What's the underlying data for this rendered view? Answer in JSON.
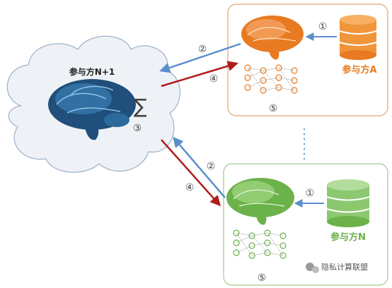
{
  "diagram": {
    "server_label": "参与方N+1",
    "aggregation_symbol": "∑",
    "aggregation_step": "③",
    "party_a": {
      "label": "参与方A",
      "color": "#e87b22",
      "step_data": "①",
      "step_local": "⑤"
    },
    "party_n": {
      "label": "参与方N",
      "color": "#6bb24a",
      "step_data": "①",
      "step_local": "⑤"
    },
    "upload_step": "②",
    "download_step": "④",
    "upload_color": "#5b8fc9",
    "download_color": "#b01c1c",
    "server_color": "#2f6f9f"
  },
  "watermark": {
    "text": "隐私计算联盟",
    "icon": "wechat-icon"
  }
}
